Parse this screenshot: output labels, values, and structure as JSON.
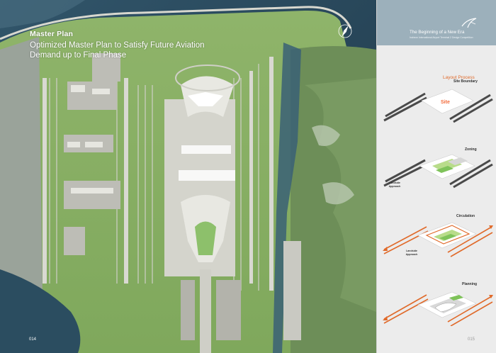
{
  "plan": {
    "title": "Master Plan",
    "subtitle": "Optimized Master Plan to Satisfy Future Aviation Demand up to Final Phase",
    "page_number": "014"
  },
  "sidebar": {
    "brand_title": "The Beginning of a New Era",
    "brand_subtitle": "Incheon International Airport Terminal 2 Design Competition",
    "process_title": "Layout Process",
    "page_number": "015",
    "steps": [
      {
        "label": "Site Boundary",
        "marker": "Site",
        "notes": []
      },
      {
        "label": "Zoning",
        "marker": "",
        "notes": [
          "Landside\nApproach"
        ]
      },
      {
        "label": "Circulation",
        "marker": "",
        "notes": [
          "Landside\nApproach"
        ]
      },
      {
        "label": "Planning",
        "marker": "",
        "notes": []
      }
    ]
  },
  "colors": {
    "sea": "#2d4d5f",
    "land": "#8fb36a",
    "runway": "#d9d9d2",
    "accent": "#e06a2a",
    "panel": "#ececec",
    "brand_band": "#9cb0bb"
  },
  "icons": [
    "compass-icon",
    "brand-logo-icon"
  ]
}
